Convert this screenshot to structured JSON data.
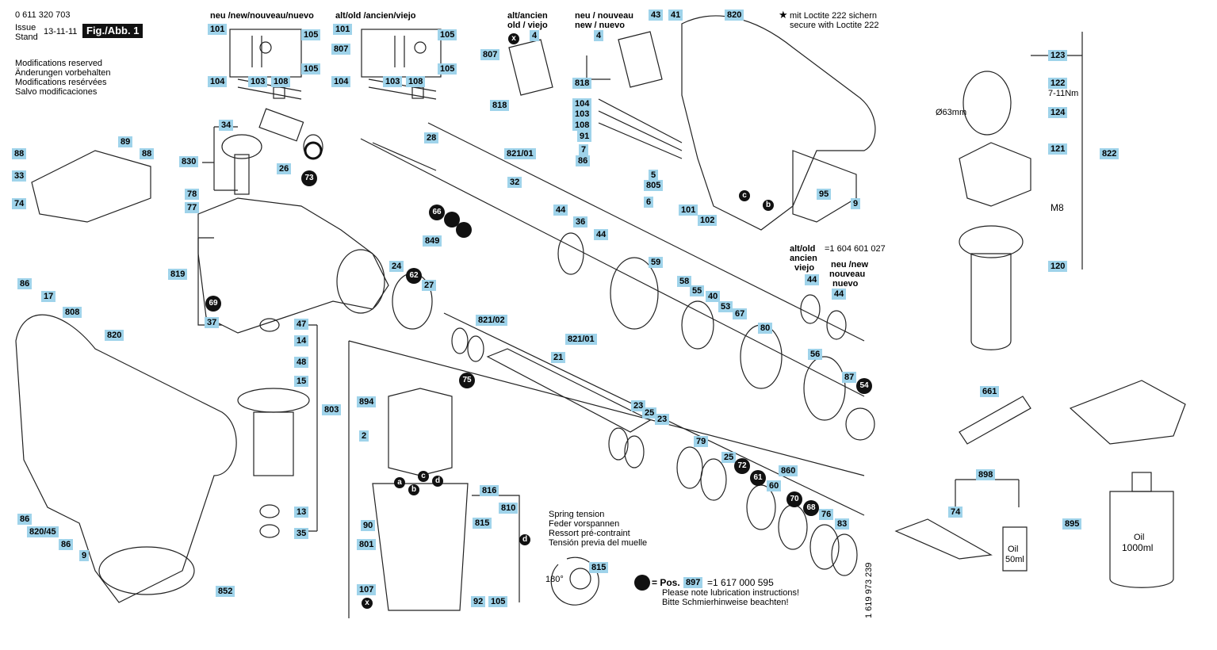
{
  "header": {
    "part_no": "0 611 320 703",
    "issue_label": "Issue",
    "stand_label": "Stand",
    "date": "13-11-11",
    "fig_label": "Fig./Abb. 1"
  },
  "mods": [
    "Modifications reserved",
    "Änderungen vorbehalten",
    "Modifications resérvées",
    "Salvo modificaciones"
  ],
  "section_headers": {
    "new_wiring": "neu /new/nouveau/nuevo",
    "old_wiring": "alt/old /ancien/viejo",
    "old_switch_1": "alt/ancien",
    "old_switch_2": "old / viejo",
    "new_switch_1": "neu / nouveau",
    "new_switch_2": "new / nuevo",
    "loctite_1": "mit Loctite 222 sichern",
    "loctite_2": "secure with Loctite 222",
    "old_ring_1": "alt/old",
    "old_ring_2": "ancien",
    "old_ring_3": "viejo",
    "old_ring_num": "=1 604 601 027",
    "new_ring_1": "neu /new",
    "new_ring_2": "nouveau",
    "new_ring_3": "nuevo"
  },
  "misc_text": {
    "diameter": "Ø63mm",
    "torque": "7-11Nm",
    "m8": "M8",
    "oil_small_1": "Oil",
    "oil_small_2": "50ml",
    "oil_big_1": "Oil",
    "oil_big_2": "1000ml",
    "angle": "180°",
    "star": "★",
    "vertical_no": "1 619 973 239"
  },
  "spring_tension": [
    "Spring tension",
    "Feder vorspannen",
    "Ressort pré-contraint",
    "Tensión previa del muelle"
  ],
  "footnote": {
    "pos_label": "= Pos.",
    "pos_num": "897",
    "pos_rest": "=1 617 000 595",
    "line2": "Please note lubrication instructions!",
    "line3": "Bitte Schmierhinweise beachten!"
  },
  "labels": [
    {
      "id": "101a",
      "t": "101"
    },
    {
      "id": "105a",
      "t": "105"
    },
    {
      "id": "105b",
      "t": "105"
    },
    {
      "id": "104a",
      "t": "104"
    },
    {
      "id": "103a",
      "t": "103"
    },
    {
      "id": "108a",
      "t": "108"
    },
    {
      "id": "101b",
      "t": "101"
    },
    {
      "id": "105c",
      "t": "105"
    },
    {
      "id": "807a",
      "t": "807"
    },
    {
      "id": "105d",
      "t": "105"
    },
    {
      "id": "104b",
      "t": "104"
    },
    {
      "id": "103b",
      "t": "103"
    },
    {
      "id": "108b",
      "t": "108"
    },
    {
      "id": "4a",
      "t": "4"
    },
    {
      "id": "807b",
      "t": "807"
    },
    {
      "id": "818a",
      "t": "818"
    },
    {
      "id": "4b",
      "t": "4"
    },
    {
      "id": "818b",
      "t": "818"
    },
    {
      "id": "43",
      "t": "43"
    },
    {
      "id": "41",
      "t": "41"
    },
    {
      "id": "820a",
      "t": "820"
    },
    {
      "id": "104c",
      "t": "104"
    },
    {
      "id": "103c",
      "t": "103"
    },
    {
      "id": "108c",
      "t": "108"
    },
    {
      "id": "91",
      "t": "91"
    },
    {
      "id": "7",
      "t": "7"
    },
    {
      "id": "86a",
      "t": "86"
    },
    {
      "id": "5",
      "t": "5"
    },
    {
      "id": "805",
      "t": "805"
    },
    {
      "id": "6",
      "t": "6"
    },
    {
      "id": "101c",
      "t": "101"
    },
    {
      "id": "102",
      "t": "102"
    },
    {
      "id": "95",
      "t": "95"
    },
    {
      "id": "9a",
      "t": "9"
    },
    {
      "id": "34",
      "t": "34"
    },
    {
      "id": "89",
      "t": "89"
    },
    {
      "id": "88a",
      "t": "88"
    },
    {
      "id": "88b",
      "t": "88"
    },
    {
      "id": "830",
      "t": "830"
    },
    {
      "id": "33",
      "t": "33"
    },
    {
      "id": "26",
      "t": "26"
    },
    {
      "id": "74a",
      "t": "74"
    },
    {
      "id": "78",
      "t": "78"
    },
    {
      "id": "77",
      "t": "77"
    },
    {
      "id": "819",
      "t": "819"
    },
    {
      "id": "37",
      "t": "37"
    },
    {
      "id": "28",
      "t": "28"
    },
    {
      "id": "821a",
      "t": "821/01"
    },
    {
      "id": "32",
      "t": "32"
    },
    {
      "id": "849",
      "t": "849"
    },
    {
      "id": "44a",
      "t": "44"
    },
    {
      "id": "36",
      "t": "36"
    },
    {
      "id": "44b",
      "t": "44"
    },
    {
      "id": "24",
      "t": "24"
    },
    {
      "id": "27",
      "t": "27"
    },
    {
      "id": "59",
      "t": "59"
    },
    {
      "id": "58",
      "t": "58"
    },
    {
      "id": "55",
      "t": "55"
    },
    {
      "id": "40",
      "t": "40"
    },
    {
      "id": "53",
      "t": "53"
    },
    {
      "id": "67",
      "t": "67"
    },
    {
      "id": "80",
      "t": "80"
    },
    {
      "id": "56",
      "t": "56"
    },
    {
      "id": "87",
      "t": "87"
    },
    {
      "id": "44c",
      "t": "44"
    },
    {
      "id": "44d",
      "t": "44"
    },
    {
      "id": "86b",
      "t": "86"
    },
    {
      "id": "17",
      "t": "17"
    },
    {
      "id": "808",
      "t": "808"
    },
    {
      "id": "820b",
      "t": "820"
    },
    {
      "id": "47",
      "t": "47"
    },
    {
      "id": "14",
      "t": "14"
    },
    {
      "id": "48",
      "t": "48"
    },
    {
      "id": "15",
      "t": "15"
    },
    {
      "id": "803",
      "t": "803"
    },
    {
      "id": "13",
      "t": "13"
    },
    {
      "id": "35",
      "t": "35"
    },
    {
      "id": "821b",
      "t": "821/02"
    },
    {
      "id": "821c",
      "t": "821/01"
    },
    {
      "id": "21",
      "t": "21"
    },
    {
      "id": "894",
      "t": "894"
    },
    {
      "id": "2",
      "t": "2"
    },
    {
      "id": "23a",
      "t": "23"
    },
    {
      "id": "25a",
      "t": "25"
    },
    {
      "id": "23b",
      "t": "23"
    },
    {
      "id": "79",
      "t": "79"
    },
    {
      "id": "25b",
      "t": "25"
    },
    {
      "id": "860",
      "t": "860"
    },
    {
      "id": "60",
      "t": "60"
    },
    {
      "id": "76",
      "t": "76"
    },
    {
      "id": "83",
      "t": "83"
    },
    {
      "id": "816",
      "t": "816"
    },
    {
      "id": "810",
      "t": "810"
    },
    {
      "id": "815a",
      "t": "815"
    },
    {
      "id": "90",
      "t": "90"
    },
    {
      "id": "801",
      "t": "801"
    },
    {
      "id": "107",
      "t": "107"
    },
    {
      "id": "92",
      "t": "92"
    },
    {
      "id": "105e",
      "t": "105"
    },
    {
      "id": "815b",
      "t": "815"
    },
    {
      "id": "86c",
      "t": "86"
    },
    {
      "id": "82045",
      "t": "820/45"
    },
    {
      "id": "86d",
      "t": "86"
    },
    {
      "id": "9b",
      "t": "9"
    },
    {
      "id": "852",
      "t": "852"
    },
    {
      "id": "123",
      "t": "123"
    },
    {
      "id": "122",
      "t": "122"
    },
    {
      "id": "124",
      "t": "124"
    },
    {
      "id": "121",
      "t": "121"
    },
    {
      "id": "822",
      "t": "822"
    },
    {
      "id": "120",
      "t": "120"
    },
    {
      "id": "661",
      "t": "661"
    },
    {
      "id": "898",
      "t": "898"
    },
    {
      "id": "74b",
      "t": "74"
    },
    {
      "id": "895",
      "t": "895"
    }
  ],
  "dots": [
    {
      "id": "73",
      "t": "73"
    },
    {
      "id": "66",
      "t": "66"
    },
    {
      "id": "62",
      "t": "62"
    },
    {
      "id": "69",
      "t": "69"
    },
    {
      "id": "75",
      "t": "75"
    },
    {
      "id": "54",
      "t": "54"
    },
    {
      "id": "72",
      "t": "72"
    },
    {
      "id": "61",
      "t": "61"
    },
    {
      "id": "70",
      "t": "70"
    },
    {
      "id": "68",
      "t": "68"
    }
  ],
  "letter_dots": [
    {
      "id": "x1",
      "t": "x"
    },
    {
      "id": "x2",
      "t": "x"
    },
    {
      "id": "c1",
      "t": "c"
    },
    {
      "id": "b1",
      "t": "b"
    },
    {
      "id": "a2",
      "t": "a"
    },
    {
      "id": "b2",
      "t": "b"
    },
    {
      "id": "c2",
      "t": "c"
    },
    {
      "id": "d2",
      "t": "d"
    },
    {
      "id": "d3",
      "t": "d"
    }
  ]
}
